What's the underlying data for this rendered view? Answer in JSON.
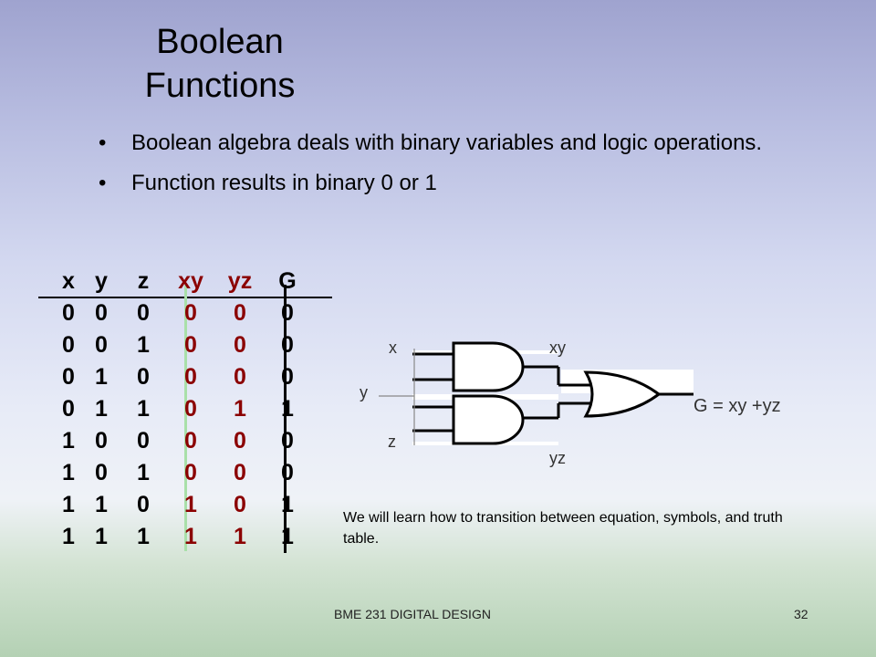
{
  "title": {
    "line1": "Boolean",
    "line2": "Functions"
  },
  "bullets": [
    {
      "marker": "•",
      "text": "Boolean algebra deals with binary variables and logic operations."
    },
    {
      "marker": "•",
      "text": "Function results in binary 0 or 1"
    }
  ],
  "truth_table": {
    "headers": [
      "x",
      "y",
      "z",
      "xy",
      "yz",
      "G"
    ],
    "rows": [
      [
        "0",
        "0",
        "0",
        "0",
        "0",
        "0"
      ],
      [
        "0",
        "0",
        "1",
        "0",
        "0",
        "0"
      ],
      [
        "0",
        "1",
        "0",
        "0",
        "0",
        "0"
      ],
      [
        "0",
        "1",
        "1",
        "0",
        "1",
        "1"
      ],
      [
        "1",
        "0",
        "0",
        "0",
        "0",
        "0"
      ],
      [
        "1",
        "0",
        "1",
        "0",
        "0",
        "0"
      ],
      [
        "1",
        "1",
        "0",
        "1",
        "0",
        "1"
      ],
      [
        "1",
        "1",
        "1",
        "1",
        "1",
        "1"
      ]
    ]
  },
  "circuit": {
    "input_labels": {
      "x": "x",
      "y": "y",
      "z": "z"
    },
    "gate_output_labels": {
      "and1": "xy",
      "and2": "yz"
    },
    "equation": "G = xy +yz",
    "colors": {
      "highlight": "#ffffff",
      "wire": "#000000",
      "gate_fill": "#ffffff"
    }
  },
  "note": "We will learn how to transition between equation, symbols, and truth table.",
  "footer": {
    "course": "BME 231 DIGITAL DESIGN",
    "page": "32"
  },
  "colors": {
    "highlight_red": "#8b0000",
    "divider_green": "#a9e0a9"
  }
}
